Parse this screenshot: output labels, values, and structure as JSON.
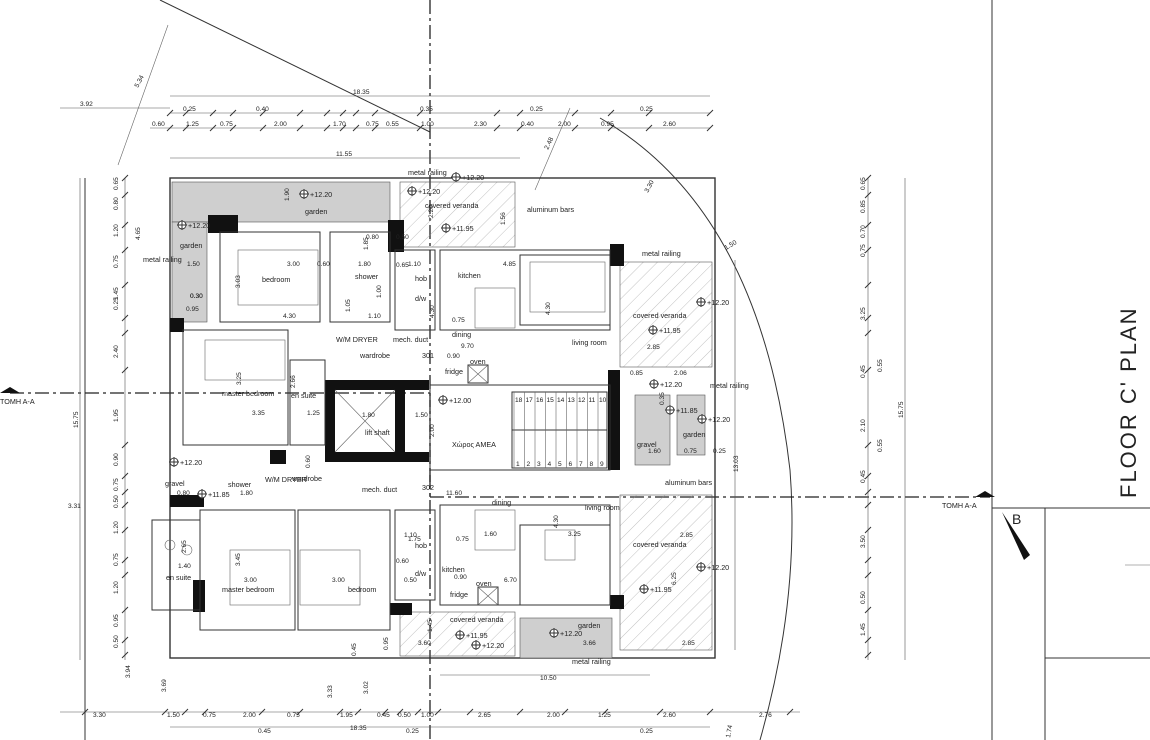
{
  "title": "FLOOR C' PLAN",
  "section_a": "ΤΟΜΗ Α-Α",
  "section_b": "B",
  "rooms": {
    "bedroom": "bedroom",
    "master_bedroom": "master bedroom",
    "shower": "shower",
    "en_suite": "en suite",
    "kitchen": "kitchen",
    "dining": "dining",
    "living_room": "living room",
    "covered_veranda": "covered veranda",
    "garden": "garden",
    "gravel": "gravel",
    "wardrobe": "wardrobe",
    "wm_dryer": "W/M DRYER",
    "mech_duct": "mech. duct",
    "lift_shaft": "lift shaft",
    "metal_railing": "metal railing",
    "aluminum_bars": "aluminum bars",
    "hob": "hob",
    "dw": "d/w",
    "fridge": "fridge",
    "oven": "oven",
    "amea": "Χώρος ΑΜΕΑ"
  },
  "levels": {
    "l1220": "+12.20",
    "l1195": "+11.95",
    "l1185": "+11.85",
    "l1200": "+12.00",
    "s301": "301",
    "s302": "302"
  },
  "dims": {
    "top_total": "18.35",
    "bottom_total": "18.35",
    "left_total": "15.75",
    "right_total": "15.75",
    "d392": "3.92",
    "d534": "5.34",
    "d1155": "11.55",
    "d248": "2.48",
    "d330": "3.30",
    "d150": "1.50",
    "top_row1": [
      "0.25",
      "0.40",
      "0.35",
      "0.25",
      "0.25"
    ],
    "top_row2": [
      "0.60",
      "1.25",
      "0.75",
      "2.00",
      "1.70",
      "0.75",
      "0.55",
      "1.00",
      "2.30",
      "0.40",
      "2.00",
      "0.95",
      "2.60"
    ],
    "bottom_row": [
      "3.30",
      "1.50",
      "0.75",
      "2.00",
      "0.75",
      "1.95",
      "0.45",
      "0.50",
      "1.00",
      "2.65",
      "2.00",
      "1.25",
      "2.60",
      "2.76"
    ],
    "bottom_row2": [
      "0.45",
      "0.25",
      "0.25"
    ],
    "bottom_misc": [
      "10.50",
      "3.94",
      "3.69",
      "3.33",
      "3.02",
      "0.45",
      "0.95",
      "1.74"
    ],
    "left_col": [
      "0.65",
      "0.80",
      "1.20",
      "0.75",
      "1.45",
      "0.25",
      "2.40",
      "1.95",
      "0.90",
      "0.75",
      "0.50",
      "1.20",
      "0.75",
      "1.20",
      "0.95",
      "0.50"
    ],
    "left_misc": [
      "4.65",
      "3.31"
    ],
    "right_col": [
      "0.65",
      "0.85",
      "0.70",
      "0.75",
      "3.25",
      "0.45",
      "2.10",
      "0.45",
      "3.50",
      "0.50",
      "1.45"
    ],
    "right_misc": [
      "0.55",
      "0.55",
      "13.03"
    ],
    "inner": {
      "a": "3.00",
      "b": "0.60",
      "c": "1.80",
      "d": "4.30",
      "e": "3.03",
      "f": "1.50",
      "g": "0.30",
      "h": "0.95",
      "i": "4.85",
      "j": "1.10",
      "k": "1.05",
      "l": "1.10",
      "m": "1.00",
      "n": "4.30",
      "o": "0.75",
      "p": "9.70",
      "q": "0.90",
      "r": "4.30",
      "s": "3.25",
      "t": "3.35",
      "u": "2.66",
      "v": "1.25",
      "w": "1.80",
      "x": "2.00",
      "y": "1.50",
      "z": "2.85",
      "aa": "2.85",
      "ab": "0.85",
      "ac": "2.06",
      "ad": "0.35",
      "ae": "1.60",
      "af": "0.75",
      "ag": "0.25",
      "ah": "11.60",
      "ai": "1.60",
      "aj": "4.30",
      "ak": "3.25",
      "al": "6.70",
      "am": "0.90",
      "an": "3.00",
      "ao": "3.00",
      "ap": "3.45",
      "aq": "1.40",
      "ar": "2.65",
      "as": "0.80",
      "at": "1.80",
      "au": "1.45",
      "av": "3.60",
      "aw": "3.66",
      "ax": "2.85",
      "ay": "6.25",
      "az": "1.85",
      "ba": "0.80",
      "bb": "1.56",
      "bc": "2.20",
      "bd": "1.90",
      "be": "0.30",
      "bf": "0.75",
      "bg": "1.75",
      "bh": "1.10",
      "bi": "0.50",
      "bj": "0.65",
      "bk": "0.60",
      "bl": "0.50",
      "bm": "0.60"
    },
    "stair_top": [
      "18",
      "17",
      "16",
      "15",
      "14",
      "13",
      "12",
      "11",
      "10"
    ],
    "stair_bottom": [
      "1",
      "2",
      "3",
      "4",
      "5",
      "6",
      "7",
      "8",
      "9"
    ]
  }
}
